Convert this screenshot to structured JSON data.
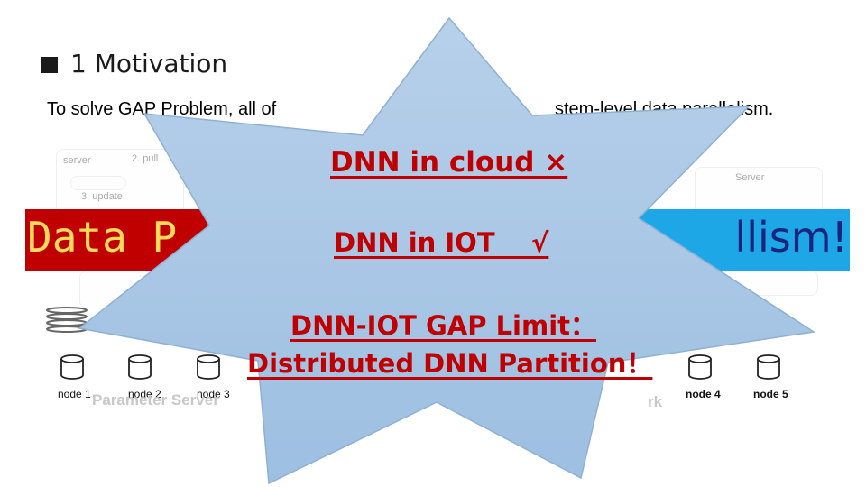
{
  "slide": {
    "title": "1 Motivation",
    "intro_left": "To solve GAP Problem, all of",
    "intro_right": "stem-level data parallelism.",
    "left_banner": "Data P",
    "right_banner": "llism!",
    "left_caption": "Parameter Server",
    "right_caption": "rk",
    "left_nodes": [
      "node 1",
      "node 2",
      "node 3"
    ],
    "right_nodes": [
      "node 4",
      "node 5"
    ],
    "faint_labels": [
      "server",
      "2. pull",
      "3. update",
      "Server"
    ],
    "star": {
      "fill": "#a8c6e4",
      "line1": "DNN in cloud ×",
      "line2": "DNN in IOT    √",
      "line3": "DNN-IOT GAP Limit：",
      "line4": "Distributed DNN Partition！"
    },
    "colors": {
      "red_banner": "#c00000",
      "red_banner_text": "#ffd95a",
      "blue_banner": "#1ea7e6",
      "blue_banner_text": "#1a237e",
      "star_text": "#c00000"
    }
  }
}
